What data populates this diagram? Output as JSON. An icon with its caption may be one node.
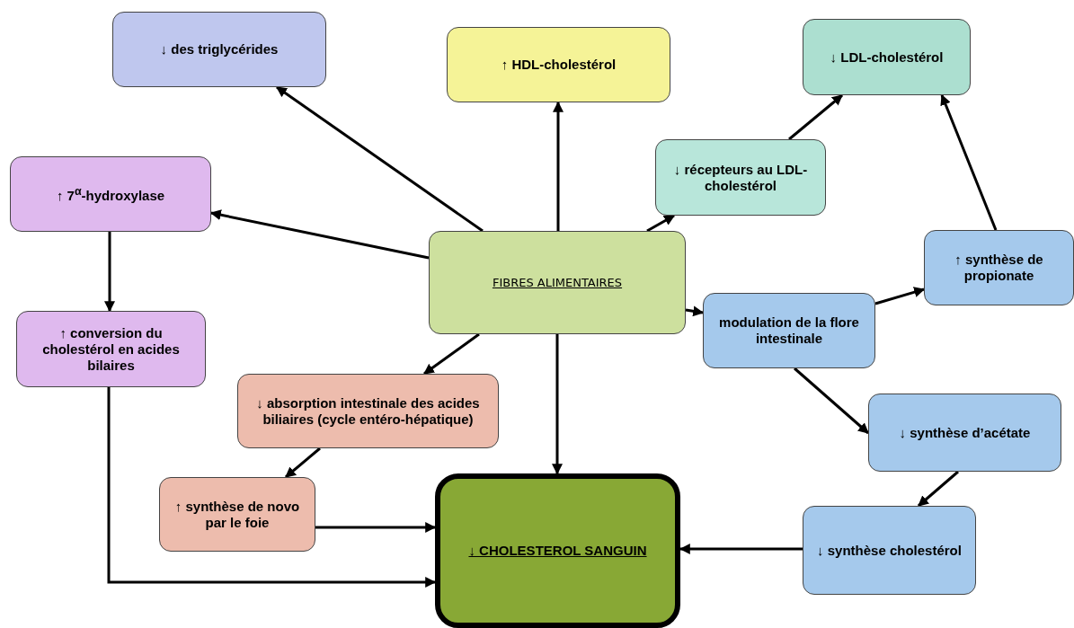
{
  "diagram": {
    "nodes": [
      {
        "text": [
          "↓ des triglycérides"
        ]
      },
      {
        "text": [
          "↑ HDL-cholestérol"
        ]
      },
      {
        "text": [
          "↓ LDL-cholestérol"
        ]
      },
      {
        "text": [
          "↑ 7$^{α}$-hydroxylase"
        ]
      },
      {
        "text": [
          "↓ récepteurs au LDL-cholestérol"
        ]
      },
      {
        "text": [
          "FIBRES ALIMENTAIRES"
        ]
      },
      {
        "text": [
          "↑  synthèse de propionate"
        ]
      },
      {
        "text": [
          "modulation de la flore intestinale"
        ]
      },
      {
        "text": [
          "↑ conversion du cholestérol en acides bilaires"
        ]
      },
      {
        "text": [
          "↓ absorption intestinale des acides biliaires (cycle entéro-hépatique)"
        ]
      },
      {
        "text": [
          "↓ synthèse d’acétate"
        ]
      },
      {
        "text": [
          "↑ synthèse de novo par le foie"
        ]
      },
      {
        "text": [
          "↓ CHOLESTEROL SANGUIN"
        ]
      },
      {
        "text": [
          "↓ synthèse cholestérol"
        ]
      }
    ],
    "edges": [
      {
        "from": 5,
        "to": 0,
        "arrow": "to"
      },
      {
        "from": 5,
        "to": 1,
        "arrow": "to"
      },
      {
        "from": 5,
        "to": 3,
        "arrow": "to"
      },
      {
        "from": 5,
        "to": 4,
        "arrow": "to"
      },
      {
        "from": 5,
        "to": 7,
        "arrow": "to"
      },
      {
        "from": 5,
        "to": 9,
        "arrow": "to"
      },
      {
        "from": 5,
        "to": 12,
        "arrow": "to"
      },
      {
        "from": 4,
        "to": 2,
        "arrow": "to"
      },
      {
        "from": 7,
        "to": 6,
        "arrow": "to"
      },
      {
        "from": 6,
        "to": 2,
        "arrow": "to"
      },
      {
        "from": 7,
        "to": 10,
        "arrow": "to"
      },
      {
        "from": 10,
        "to": 13,
        "arrow": "to"
      },
      {
        "from": 13,
        "to": 12,
        "arrow": "to"
      },
      {
        "from": 9,
        "to": 11,
        "arrow": "to"
      },
      {
        "from": 11,
        "to": 12,
        "arrow": "to"
      },
      {
        "from": 3,
        "to": 8,
        "arrow": "to"
      },
      {
        "from": 8,
        "to": 12,
        "arrow": "to"
      }
    ]
  }
}
